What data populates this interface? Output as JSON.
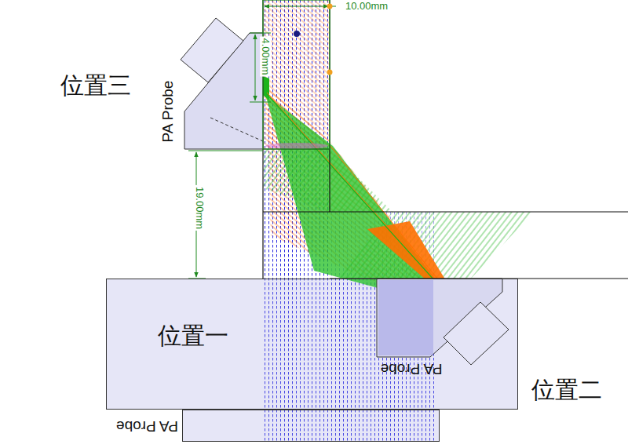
{
  "diagram": {
    "nodes": [
      {
        "text": [
          "位置一"
        ]
      },
      {
        "text": [
          "PA Probe"
        ]
      }
    ],
    "labels": [
      "10.00mm",
      "4.00mm",
      "位置三",
      "PA Probe",
      "19.00mm",
      "PA Probe",
      "位置二"
    ]
  }
}
